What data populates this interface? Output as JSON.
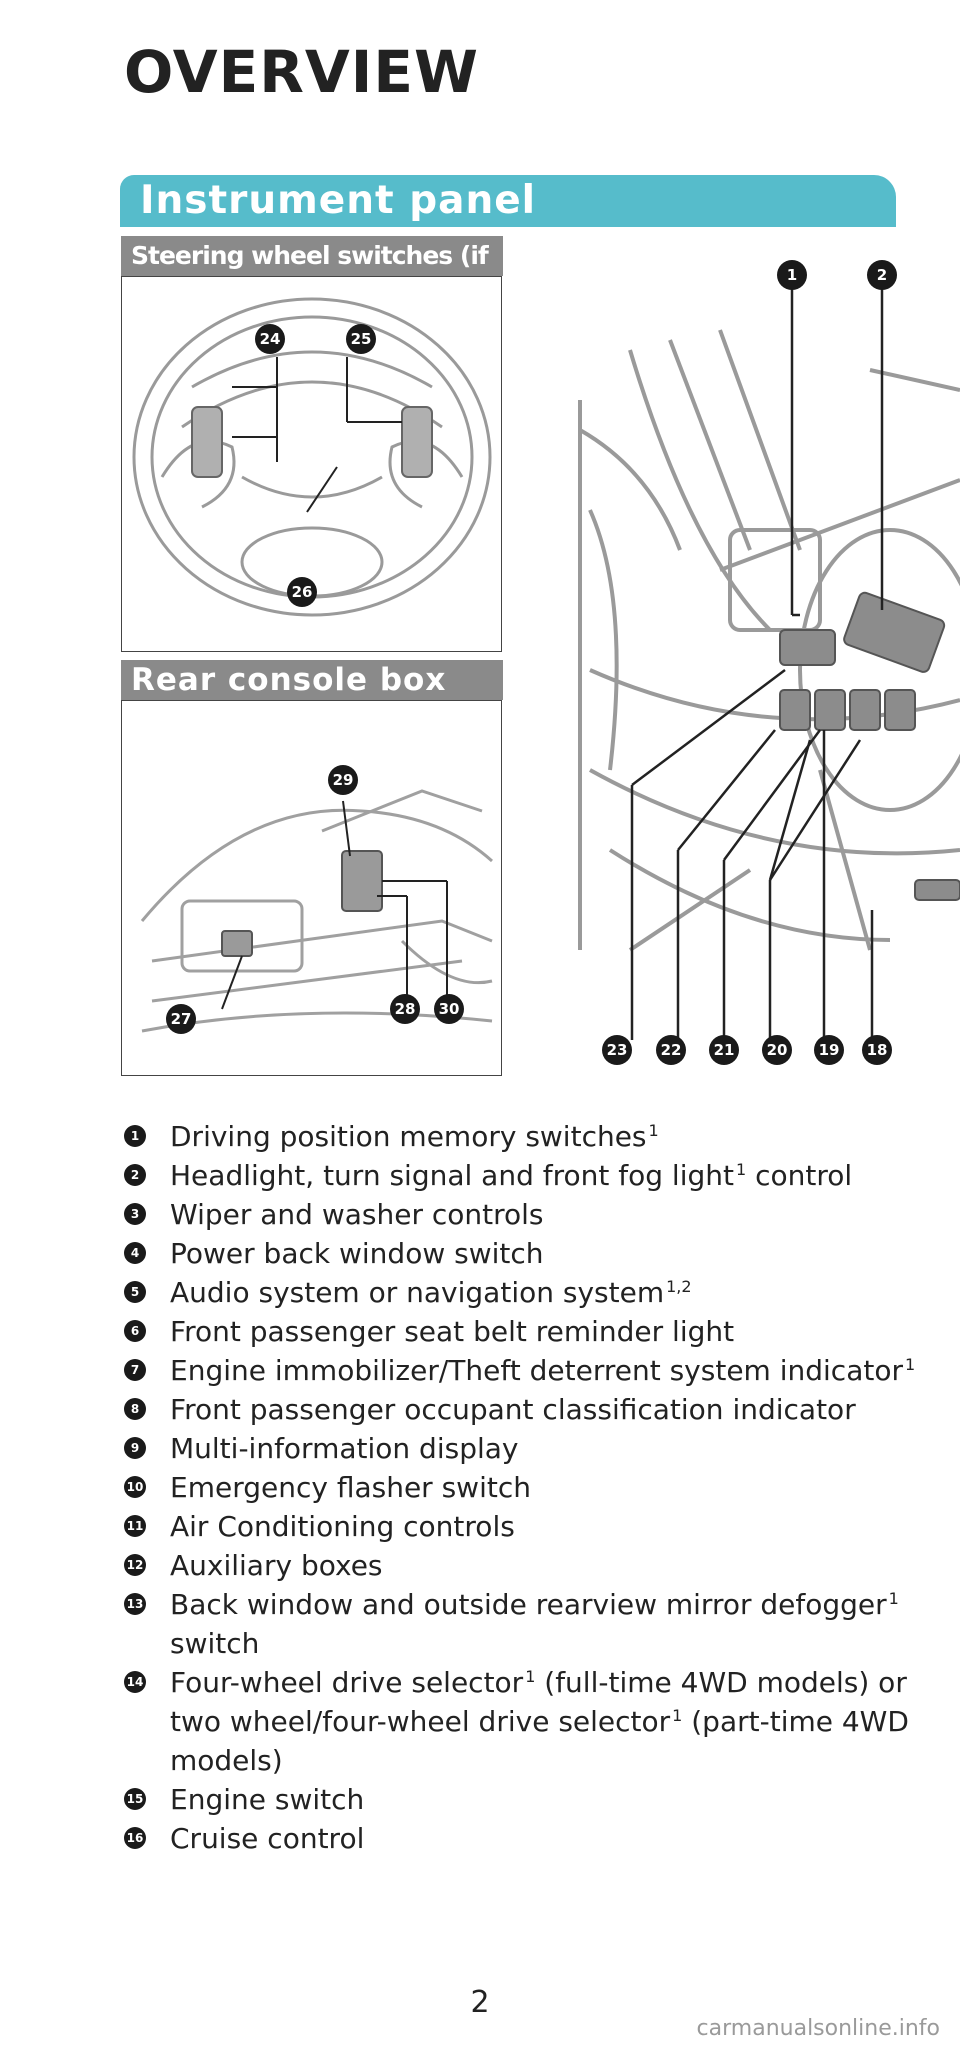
{
  "page_title": "OVERVIEW",
  "section_title": "Instrument panel",
  "steering_label": "Steering wheel switches (if equipped)",
  "rear_label": "Rear console box",
  "steering_callouts": [
    "24",
    "25",
    "26"
  ],
  "rear_callouts": [
    "29",
    "27",
    "28",
    "30"
  ],
  "main_top_callouts": [
    "1",
    "2"
  ],
  "main_bottom_callouts": [
    "23",
    "22",
    "21",
    "20",
    "19",
    "18"
  ],
  "items": [
    {
      "num": "1",
      "text": "Driving position memory switches",
      "sup": "1",
      "text2": ""
    },
    {
      "num": "2",
      "text": "Headlight, turn signal and front fog light",
      "sup": "1",
      "text2": " control"
    },
    {
      "num": "3",
      "text": "Wiper and washer controls",
      "sup": "",
      "text2": ""
    },
    {
      "num": "4",
      "text": "Power back window switch",
      "sup": "",
      "text2": ""
    },
    {
      "num": "5",
      "text": "Audio system or navigation system",
      "sup": "1,2",
      "text2": ""
    },
    {
      "num": "6",
      "text": "Front passenger seat belt reminder light",
      "sup": "",
      "text2": ""
    },
    {
      "num": "7",
      "text": "Engine immobilizer/Theft deterrent system indicator",
      "sup": "1",
      "text2": ""
    },
    {
      "num": "8",
      "text": "Front passenger occupant classification indicator",
      "sup": "",
      "text2": ""
    },
    {
      "num": "9",
      "text": "Multi-information display",
      "sup": "",
      "text2": ""
    },
    {
      "num": "10",
      "text": "Emergency flasher switch",
      "sup": "",
      "text2": ""
    },
    {
      "num": "11",
      "text": "Air Conditioning controls",
      "sup": "",
      "text2": ""
    },
    {
      "num": "12",
      "text": "Auxiliary boxes",
      "sup": "",
      "text2": ""
    },
    {
      "num": "13",
      "text": "Back window and outside rearview mirror defogger",
      "sup": "1",
      "text2": " switch"
    },
    {
      "num": "14",
      "text": "Four-wheel drive selector",
      "sup": "1",
      "text2": " (full-time 4WD models) or two wheel/four-wheel drive selector",
      "sup2": "1",
      "text3": " (part-time 4WD models)"
    },
    {
      "num": "15",
      "text": "Engine switch",
      "sup": "",
      "text2": ""
    },
    {
      "num": "16",
      "text": "Cruise control",
      "sup": "",
      "text2": ""
    }
  ],
  "page_number": "2",
  "watermark": "carmanualsonline.info",
  "colors": {
    "banner": "#56bccb",
    "subtab": "#8a8a8a",
    "callout": "#1a1a1a"
  }
}
